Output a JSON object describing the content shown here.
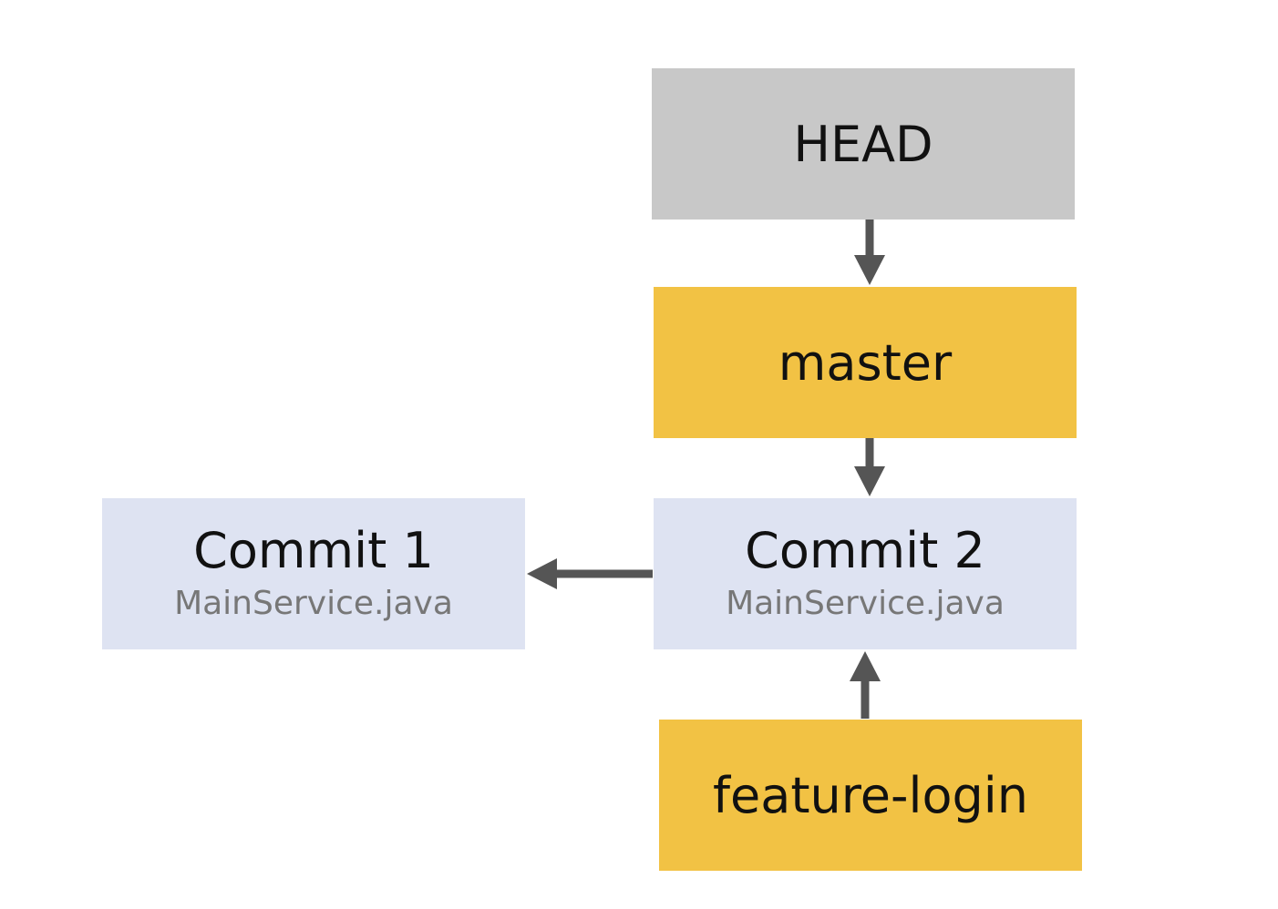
{
  "colors": {
    "head_fill": "#c8c8c8",
    "branch_fill": "#f2c244",
    "commit_fill": "#dee3f2",
    "arrow": "#555555"
  },
  "nodes": {
    "head": {
      "label": "HEAD"
    },
    "master": {
      "label": "master"
    },
    "commit2": {
      "title": "Commit 2",
      "file": "MainService.java"
    },
    "commit1": {
      "title": "Commit 1",
      "file": "MainService.java"
    },
    "feature": {
      "label": "feature-login"
    }
  },
  "edges": [
    {
      "from": "head",
      "to": "master"
    },
    {
      "from": "master",
      "to": "commit2"
    },
    {
      "from": "commit2",
      "to": "commit1"
    },
    {
      "from": "feature",
      "to": "commit2"
    }
  ]
}
